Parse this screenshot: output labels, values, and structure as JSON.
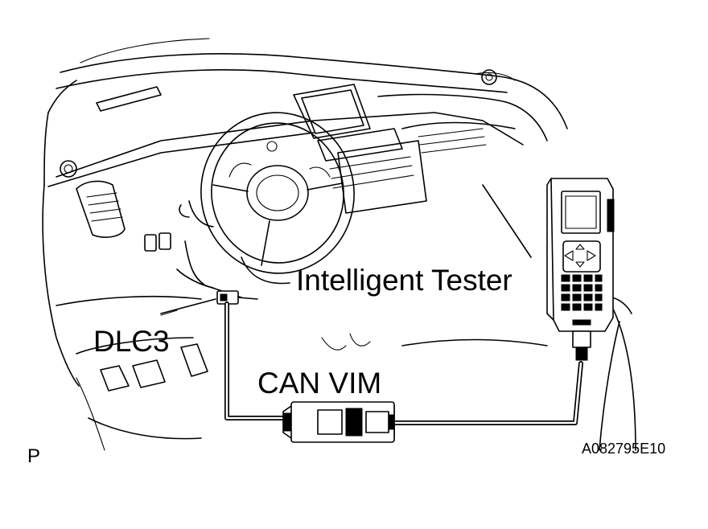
{
  "labels": {
    "intelligent_tester": "Intelligent Tester",
    "dlc3": "DLC3",
    "can_vim": "CAN VIM",
    "figure_code": "A082795E10",
    "page_marker": "P"
  },
  "colors": {
    "line": "#000000",
    "background": "#ffffff"
  }
}
